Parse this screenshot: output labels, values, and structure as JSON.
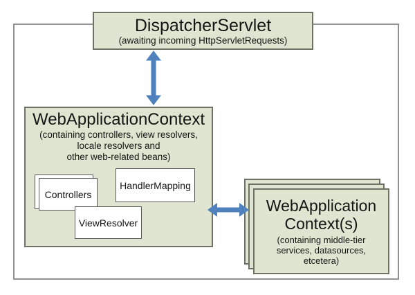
{
  "diagram": {
    "dispatcher": {
      "title": "DispatcherServlet",
      "subtitle": "(awaiting incoming HttpServletRequests)"
    },
    "web_context": {
      "title": "WebApplicationContext",
      "subtitle_lines": [
        "(containing controllers, view resolvers,",
        "locale resolvers and",
        "other web-related beans)"
      ],
      "controllers_label": "Controllers",
      "handler_mapping_label": "HandlerMapping",
      "view_resolver_label": "ViewResolver"
    },
    "root_contexts": {
      "title_lines": [
        "WebApplication",
        "Context(s)"
      ],
      "subtitle_lines": [
        "(containing middle-tier",
        "services, datasources,",
        "etcetera)"
      ]
    },
    "colors": {
      "box_fill": "#e0e5d1",
      "box_border": "#6e7265",
      "frame_border": "#8f918f",
      "arrow_blue": "#4f81bd"
    }
  }
}
